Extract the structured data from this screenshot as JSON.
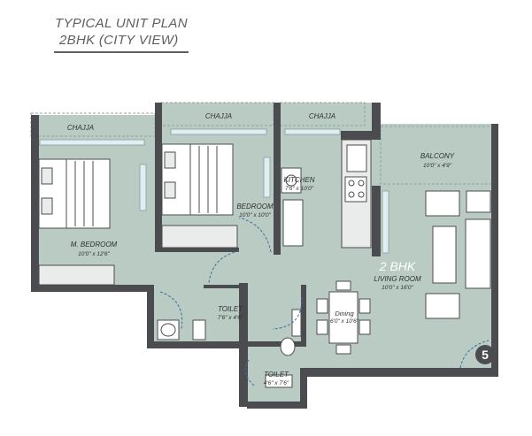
{
  "plan": {
    "title_line1": "TYPICAL UNIT PLAN",
    "title_line2": "2BHK (CITY VIEW)",
    "unit_type": "2 BHK",
    "unit_number": "5",
    "colors": {
      "floor": "#b9cbc3",
      "wall": "#4a4c4f",
      "glass": "#cfe4e8",
      "badge": "#4a4c4f"
    }
  },
  "rooms": {
    "chajja_1": "CHAJJA",
    "chajja_2": "CHAJJA",
    "chajja_3": "CHAJJA",
    "balcony": {
      "name": "BALCONY",
      "size": "10'0\" x 4'9\""
    },
    "kitchen": {
      "name": "KITCHEN",
      "size": "7'6\" x 10'0\""
    },
    "bedroom": {
      "name": "BEDROOM",
      "size": "10'0\" x 10'0\""
    },
    "master_bedroom": {
      "name": "M. BEDROOM",
      "size": "10'0\" x 12'6\""
    },
    "living_room": {
      "name": "LIVING ROOM",
      "size": "10'0\" x 16'0\""
    },
    "dining": {
      "name": "Dining",
      "size": "6'0\" x 10'6\""
    },
    "toilet_1": {
      "name": "TOILET",
      "size": "7'6\" x 4'6\""
    },
    "toilet_2": {
      "name": "TOILET",
      "size": "4'6\" x 7'6\""
    }
  }
}
